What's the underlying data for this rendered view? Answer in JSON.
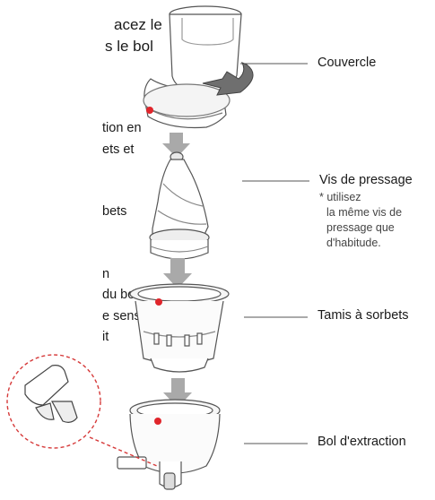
{
  "left_text": {
    "step_line_1": "acez le",
    "step_line_2": "s le bol",
    "p2_line_1": "tion en",
    "p2_line_2": "ets et",
    "p3_line_1": "bets",
    "p4_line_1": "n",
    "p4_line_2": "du bol",
    "p4_line_3": "e sens",
    "p4_line_4": "it"
  },
  "labels": {
    "lid": "Couvercle",
    "screw": "Vis de pressage",
    "screw_note_1": "* utilisez",
    "screw_note_2": "la même vis de",
    "screw_note_3": "pressage que",
    "screw_note_4": "d'habitude.",
    "strainer": "Tamis à sorbets",
    "bowl": "Bol d'extraction"
  },
  "colors": {
    "line": "#6a6a6a",
    "arrow": "#a9a9a9",
    "marker": "#e0252b",
    "dash": "#d63a3a"
  }
}
